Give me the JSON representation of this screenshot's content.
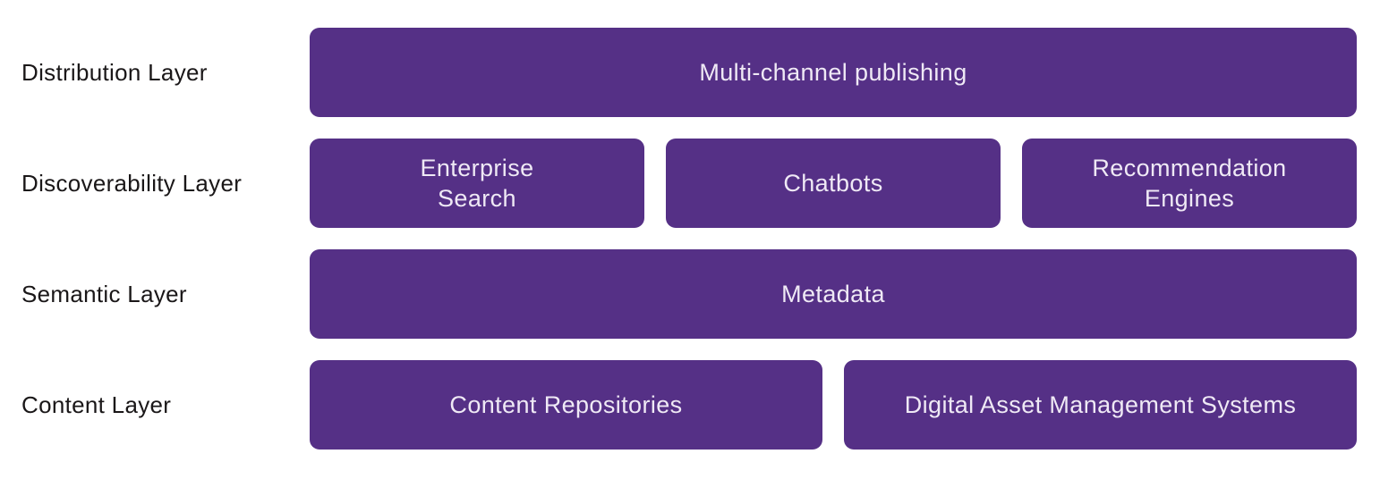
{
  "colors": {
    "background": "#ffffff",
    "box_bg": "#553086",
    "box_text": "#efe9f5",
    "label_text": "#1a1718"
  },
  "diagram": {
    "rows": [
      {
        "label": "Distribution Layer",
        "boxes": [
          {
            "label": "Multi-channel publishing"
          }
        ]
      },
      {
        "label": "Discoverability Layer",
        "boxes": [
          {
            "label": "Enterprise\nSearch"
          },
          {
            "label": "Chatbots"
          },
          {
            "label": "Recommendation\nEngines"
          }
        ]
      },
      {
        "label": "Semantic Layer",
        "boxes": [
          {
            "label": "Metadata"
          }
        ]
      },
      {
        "label": "Content Layer",
        "boxes": [
          {
            "label": "Content Repositories"
          },
          {
            "label": "Digital Asset Management Systems"
          }
        ]
      }
    ]
  }
}
